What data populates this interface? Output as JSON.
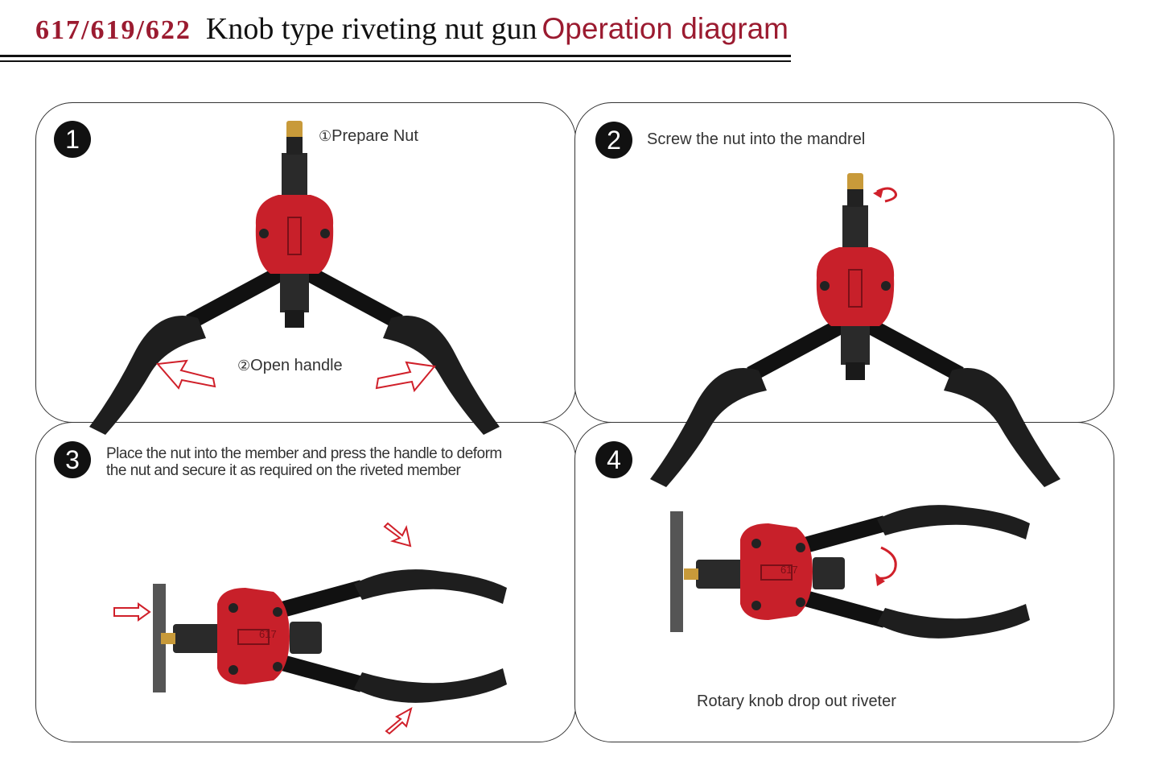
{
  "header": {
    "models": "617/619/622",
    "product": "Knob type riveting nut gun",
    "section": "Operation diagram"
  },
  "steps": [
    {
      "number": "1",
      "label_a_num": "①",
      "label_a": "Prepare Nut",
      "label_b_num": "②",
      "label_b": "Open handle"
    },
    {
      "number": "2",
      "label": "Screw the nut into the mandrel"
    },
    {
      "number": "3",
      "line1": "Place the nut into the member and press the handle to deform",
      "line2": "the nut and secure it as required on the riveted member"
    },
    {
      "number": "4",
      "caption": "Rotary knob drop out riveter"
    }
  ],
  "tool": {
    "model_mark": "617"
  },
  "colors": {
    "accent": "#9b1b30",
    "tool_red": "#c8202a",
    "grip": "#1e1e1e",
    "arrow": "#d0202a",
    "brass": "#c89a3a"
  }
}
